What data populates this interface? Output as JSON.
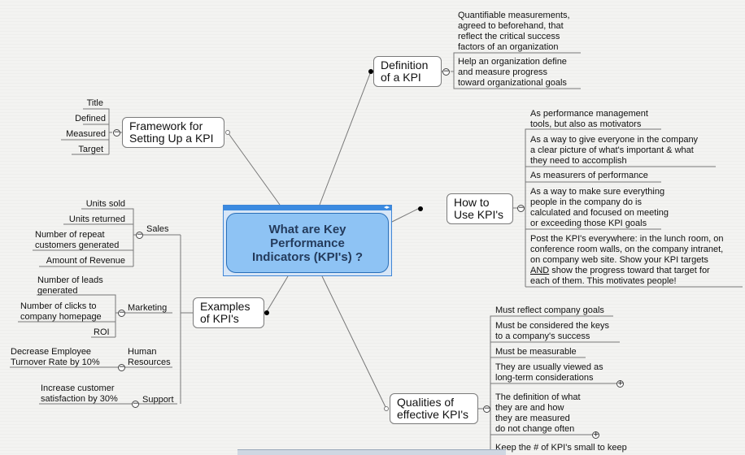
{
  "central": {
    "title": "What are Key\nPerformance\nIndicators (KPI's) ?"
  },
  "definition": {
    "title": "Definition\nof a KPI",
    "notes": [
      "Quantifiable measurements,\nagreed to beforehand, that\nreflect the critical success\nfactors of an organization",
      "Help an organization define\nand measure progress\ntoward organizational goals"
    ]
  },
  "howto": {
    "title": "How to\nUse KPI's",
    "notes": [
      "As performance management\ntools, but also as motivators",
      "As a way to give everyone in the company\na clear picture of what's important & what\nthey need to accomplish",
      "As measurers of performance",
      "As a way to make sure everything\npeople in the company do is\ncalculated and focused on meeting\nor exceeding those KPI goals"
    ],
    "post_note": {
      "l1": "Post the KPI's everywhere: in the lunch room, on",
      "l2": "conference room walls, on the company intranet,",
      "l3": "on company web site. Show your KPI targets",
      "and": "AND",
      "l4_rest": " show the progress toward that target for",
      "l5": "each of them. This motivates people!"
    }
  },
  "qualities": {
    "title": "Qualities of\neffective KPI's",
    "notes": [
      "Must reflect company goals",
      "Must be considered the keys\nto a company's success",
      "Must be measurable",
      "They are usually viewed as\nlong-term considerations",
      "The definition of what\nthey are and how\nthey are measured\ndo not change often",
      "Keep the # of KPI's small to keep"
    ]
  },
  "framework": {
    "title": "Framework for\nSetting Up a KPI",
    "items": [
      "Title",
      "Defined",
      "Measured",
      "Target"
    ]
  },
  "examples": {
    "title": "Examples\nof KPI's",
    "sales": {
      "label": "Sales",
      "items": [
        "Units sold",
        "Units returned",
        "Number of repeat\ncustomers generated",
        "Amount of Revenue"
      ]
    },
    "marketing": {
      "label": "Marketing",
      "items": [
        "Number of leads\ngenerated",
        "Number of clicks to\ncompany homepage",
        "ROI"
      ]
    },
    "hr": {
      "label": "Human\nResources",
      "items": [
        "Decrease Employee\nTurnover Rate by 10%"
      ]
    },
    "support": {
      "label": "Support",
      "items": [
        "Increase customer\nsatisfaction by 30%"
      ]
    }
  },
  "symbols": {
    "collapse": "−",
    "expand": "+"
  },
  "colors": {
    "central_fill": "#8ec3f4",
    "central_border": "#2a6fb8",
    "central_text": "#243b5c",
    "frame_accent": "#3b8ae0"
  }
}
